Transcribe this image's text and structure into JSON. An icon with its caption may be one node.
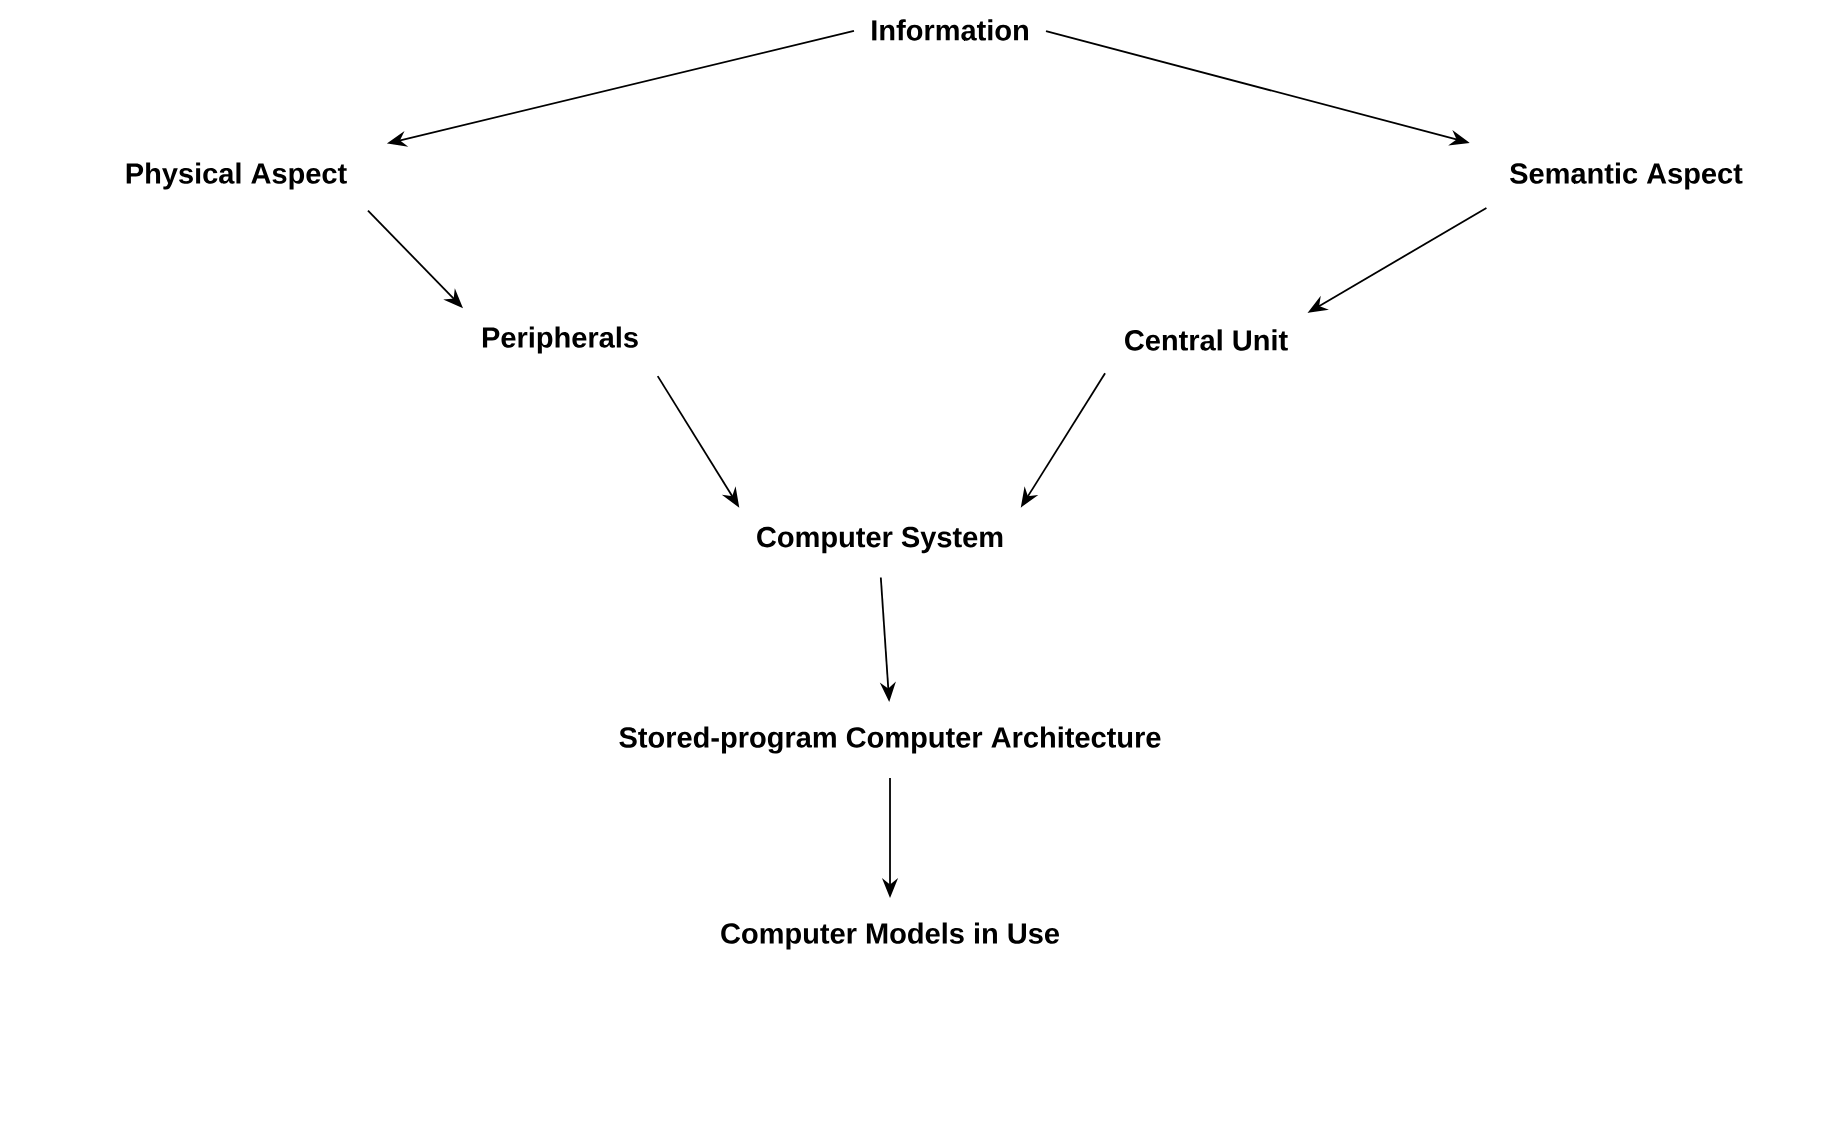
{
  "diagram": {
    "nodes": [
      {
        "text": [
          "Information"
        ]
      },
      {
        "text": [
          "Physical Aspect"
        ]
      },
      {
        "text": [
          "Semantic Aspect"
        ]
      },
      {
        "text": [
          "Peripherals"
        ]
      },
      {
        "text": [
          "Central Unit"
        ]
      },
      {
        "text": [
          "Computer System"
        ]
      },
      {
        "text": [
          "Stored-program Computer Architecture"
        ]
      },
      {
        "text": [
          "Computer Models in Use"
        ]
      }
    ],
    "edges": [
      {
        "from": 0,
        "to": 1,
        "arrow": "to"
      },
      {
        "from": 0,
        "to": 2,
        "arrow": "to"
      },
      {
        "from": 1,
        "to": 3,
        "arrow": "to"
      },
      {
        "from": 2,
        "to": 4,
        "arrow": "to"
      },
      {
        "from": 3,
        "to": 5,
        "arrow": "to"
      },
      {
        "from": 4,
        "to": 5,
        "arrow": "to"
      },
      {
        "from": 5,
        "to": 6,
        "arrow": "to"
      },
      {
        "from": 6,
        "to": 7,
        "arrow": "to"
      }
    ]
  }
}
